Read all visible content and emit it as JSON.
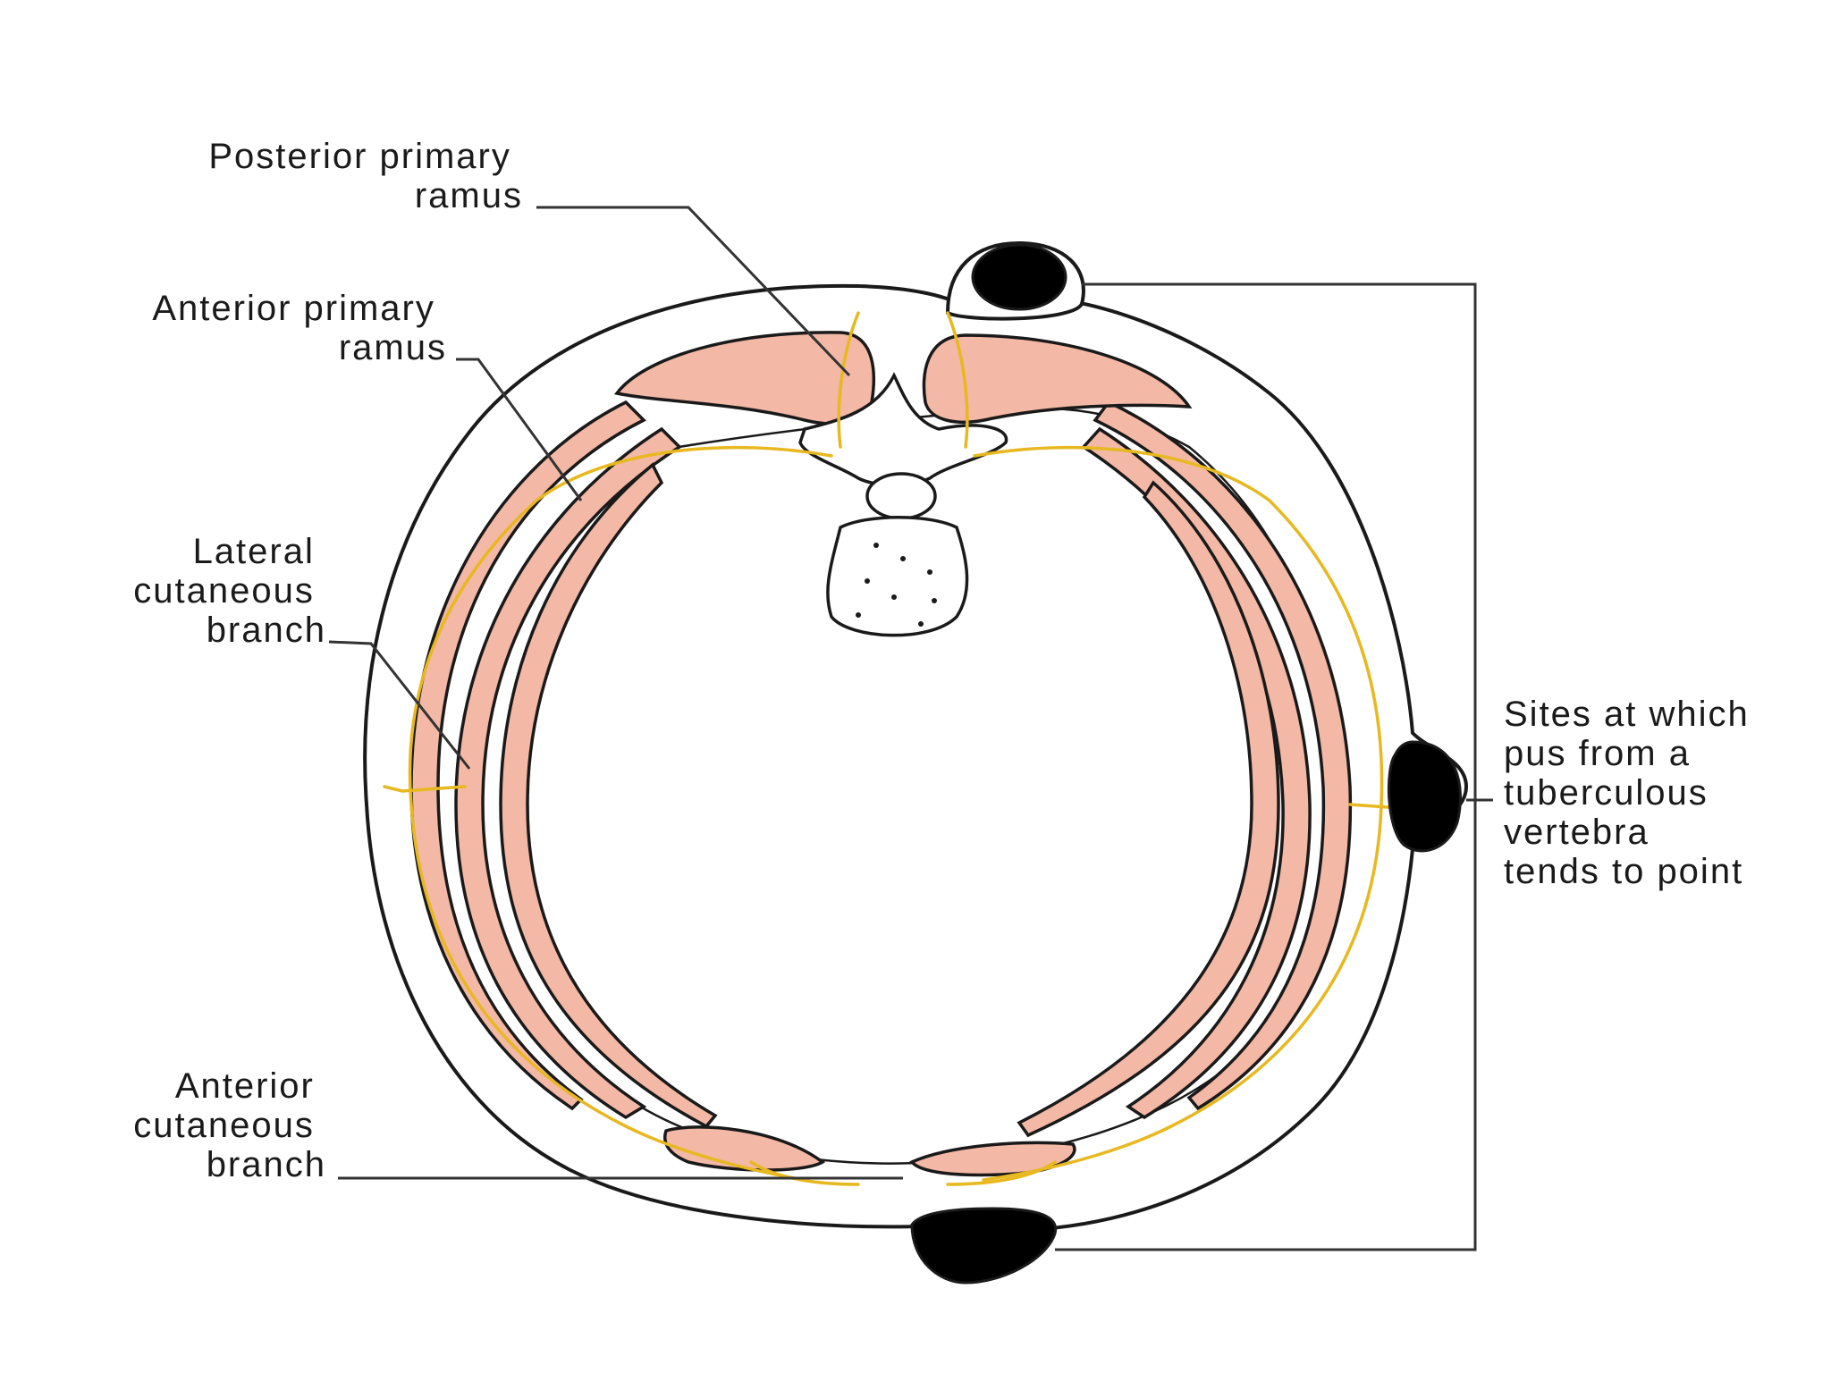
{
  "colors": {
    "muscle": "#f3b8a6",
    "nerve": "#e8b820",
    "outline": "#1a1a1a",
    "pus_site": "#000000"
  },
  "labels": {
    "posterior_ramus": {
      "line1": "Posterior primary",
      "line2": "ramus"
    },
    "anterior_ramus": {
      "line1": "Anterior primary",
      "line2": "ramus"
    },
    "lateral_branch": {
      "line1": "Lateral",
      "line2": "cutaneous",
      "line3": "branch"
    },
    "anterior_branch": {
      "line1": "Anterior",
      "line2": "cutaneous",
      "line3": "branch"
    },
    "pus_sites": {
      "line1": "Sites at which",
      "line2": "pus from a",
      "line3": "tuberculous",
      "line4": "vertebra",
      "line5": "tends to point"
    }
  }
}
